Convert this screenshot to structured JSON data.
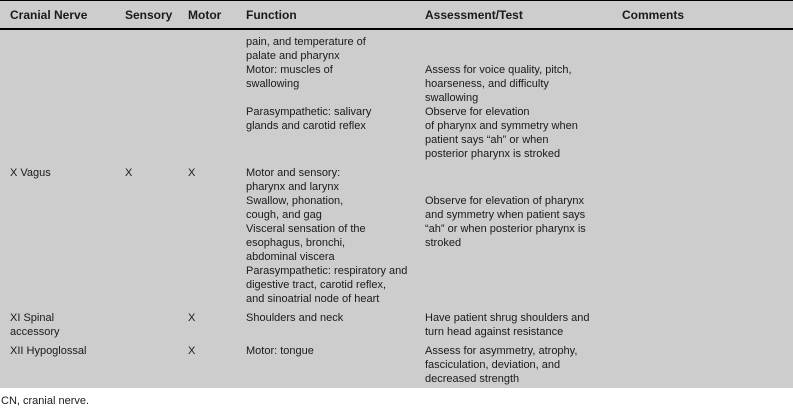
{
  "colors": {
    "table_background": "#cdcdcd",
    "rule": "#000000",
    "text": "#1a1a1a",
    "page_background": "#ffffff"
  },
  "table": {
    "columns": [
      {
        "label": "Cranial Nerve"
      },
      {
        "label": "Sensory"
      },
      {
        "label": "Motor"
      },
      {
        "label": "Function"
      },
      {
        "label": "Assessment/Test"
      },
      {
        "label": "Comments"
      }
    ],
    "rows": [
      {
        "nerve": "",
        "sensory": "",
        "motor": "",
        "function": "pain, and temperature of\npalate and pharynx\nMotor: muscles of\nswallowing\n\nParasympathetic: salivary\nglands and carotid reflex",
        "assessment": "\n\nAssess for voice quality, pitch,\nhoarseness, and difficulty\nswallowing\nObserve for elevation\nof pharynx and symmetry when\npatient says “ah” or when\nposterior pharynx is stroked",
        "comments": ""
      },
      {
        "nerve": "X Vagus",
        "sensory": "X",
        "motor": "X",
        "function": "Motor and sensory:\npharynx and larynx\nSwallow, phonation,\ncough, and gag\nVisceral sensation of the\nesophagus, bronchi,\nabdominal viscera\nParasympathetic: respiratory and\ndigestive tract, carotid reflex,\nand sinoatrial node of heart",
        "assessment": "\n\nObserve for elevation of pharynx\nand symmetry when patient says\n“ah” or when posterior pharynx is\nstroked",
        "comments": ""
      },
      {
        "nerve": "XI Spinal\naccessory",
        "sensory": "",
        "motor": "X",
        "function": "Shoulders and neck",
        "assessment": "Have patient shrug shoulders and\nturn head against resistance",
        "comments": ""
      },
      {
        "nerve": "XII Hypoglossal",
        "sensory": "",
        "motor": "X",
        "function": "Motor: tongue",
        "assessment": "Assess for asymmetry, atrophy,\nfasciculation, deviation, and\ndecreased strength",
        "comments": ""
      }
    ]
  },
  "footnote": "CN, cranial nerve."
}
